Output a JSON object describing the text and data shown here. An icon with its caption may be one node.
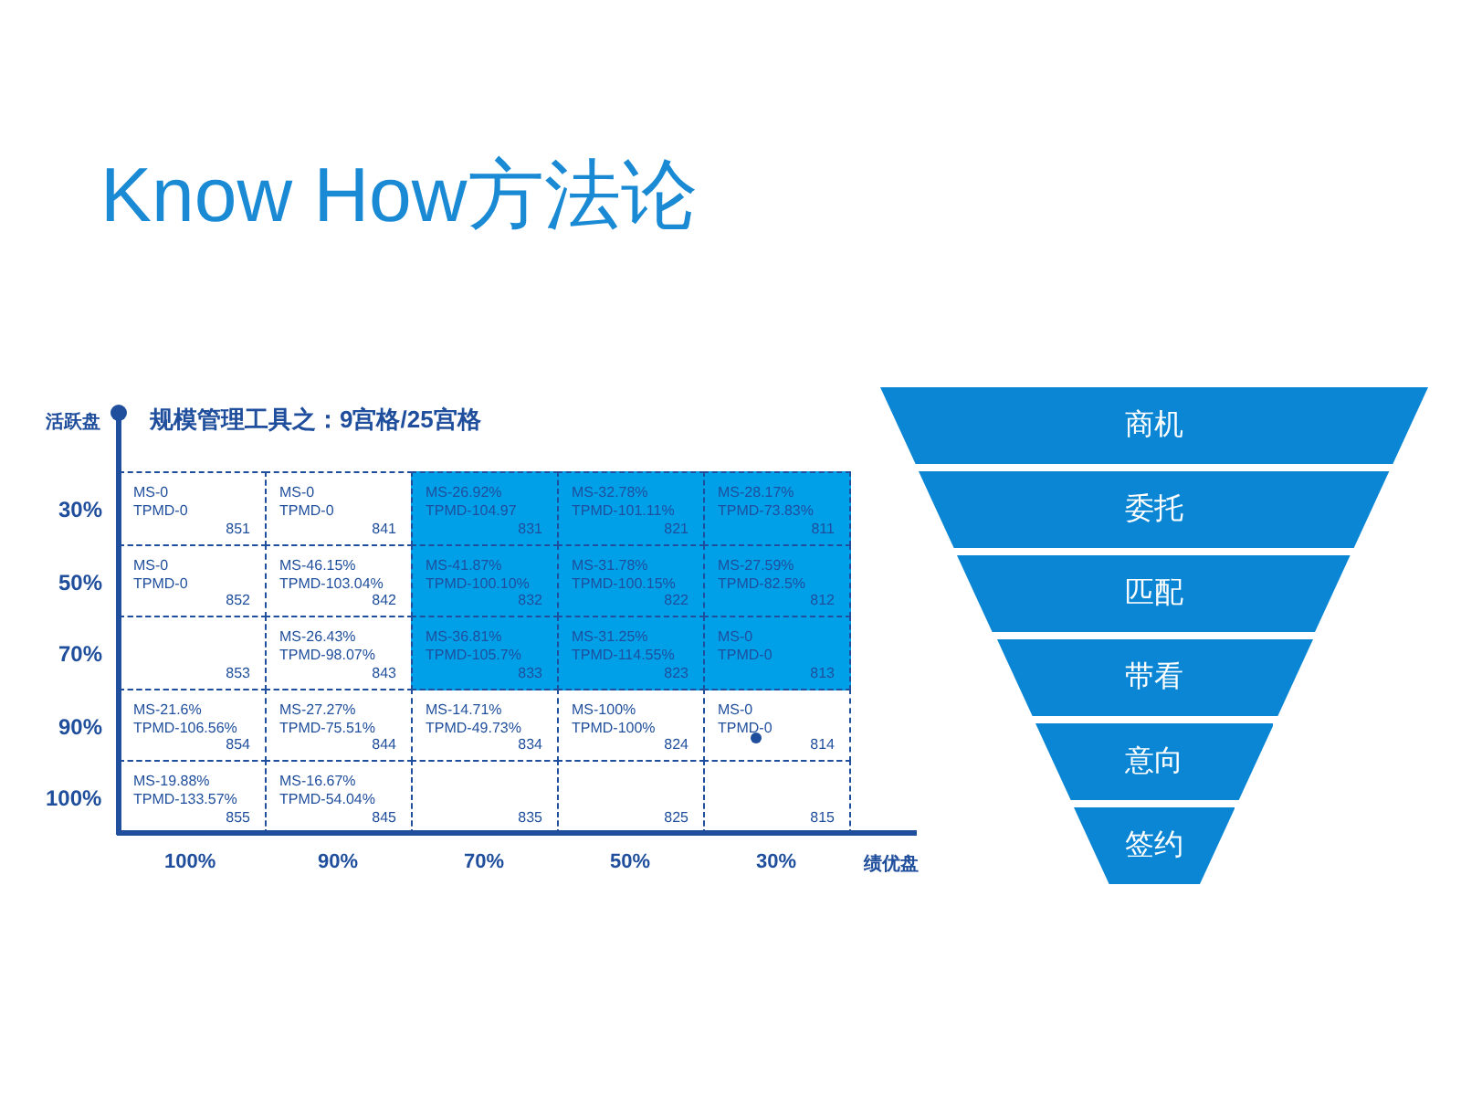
{
  "diagram": {
    "title": "Know How方法论",
    "nodes": [
      {
        "text": [
          "MS-0",
          "TPMD-0",
          "851"
        ]
      },
      {
        "text": [
          "MS-0",
          "TPMD-0",
          "841"
        ]
      },
      {
        "text": [
          "MS-26.92%",
          "TPMD-104.97",
          "831"
        ]
      },
      {
        "text": [
          "MS-32.78%",
          "TPMD-101.11%",
          "821"
        ]
      },
      {
        "text": [
          "MS-28.17%",
          "TPMD-73.83%",
          "811"
        ]
      },
      {
        "text": [
          "MS-0",
          "TPMD-0",
          "852"
        ]
      },
      {
        "text": [
          "MS-46.15%",
          "TPMD-103.04%",
          "842"
        ]
      },
      {
        "text": [
          "MS-41.87%",
          "TPMD-100.10%",
          "832"
        ]
      },
      {
        "text": [
          "MS-31.78%",
          "TPMD-100.15%",
          "822"
        ]
      },
      {
        "text": [
          "MS-27.59%",
          "TPMD-82.5%",
          "812"
        ]
      },
      {
        "text": [
          "853"
        ]
      },
      {
        "text": [
          "MS-26.43%",
          "TPMD-98.07%",
          "843"
        ]
      },
      {
        "text": [
          "MS-36.81%",
          "TPMD-105.7%",
          "833"
        ]
      },
      {
        "text": [
          "MS-31.25%",
          "TPMD-114.55%",
          "823"
        ]
      },
      {
        "text": [
          "MS-0",
          "TPMD-0",
          "813"
        ]
      },
      {
        "text": [
          "MS-21.6%",
          "TPMD-106.56%",
          "854"
        ]
      },
      {
        "text": [
          "MS-27.27%",
          "TPMD-75.51%",
          "844"
        ]
      },
      {
        "text": [
          "MS-14.71%",
          "TPMD-49.73%",
          "834"
        ]
      },
      {
        "text": [
          "MS-100%",
          "TPMD-100%",
          "824"
        ]
      },
      {
        "text": [
          "MS-0",
          "TPMD-0",
          "814"
        ]
      },
      {
        "text": [
          "MS-19.88%",
          "TPMD-133.57%",
          "855"
        ]
      },
      {
        "text": [
          "MS-16.67%",
          "TPMD-54.04%",
          "845"
        ]
      },
      {
        "text": [
          "835"
        ]
      },
      {
        "text": [
          "825"
        ]
      },
      {
        "text": [
          "815"
        ]
      },
      {
        "text": [
          "商机"
        ]
      },
      {
        "text": [
          "委托"
        ]
      },
      {
        "text": [
          "匹配"
        ]
      },
      {
        "text": [
          "带看"
        ]
      },
      {
        "text": [
          "意向"
        ]
      },
      {
        "text": [
          "签约"
        ]
      }
    ],
    "labels": [
      "活跃盘",
      "规模管理工具之：9宫格/25宫格",
      "30%",
      "50%",
      "70%",
      "90%",
      "100%",
      "100%",
      "90%",
      "70%",
      "50%",
      "30%",
      "绩优盘"
    ]
  }
}
